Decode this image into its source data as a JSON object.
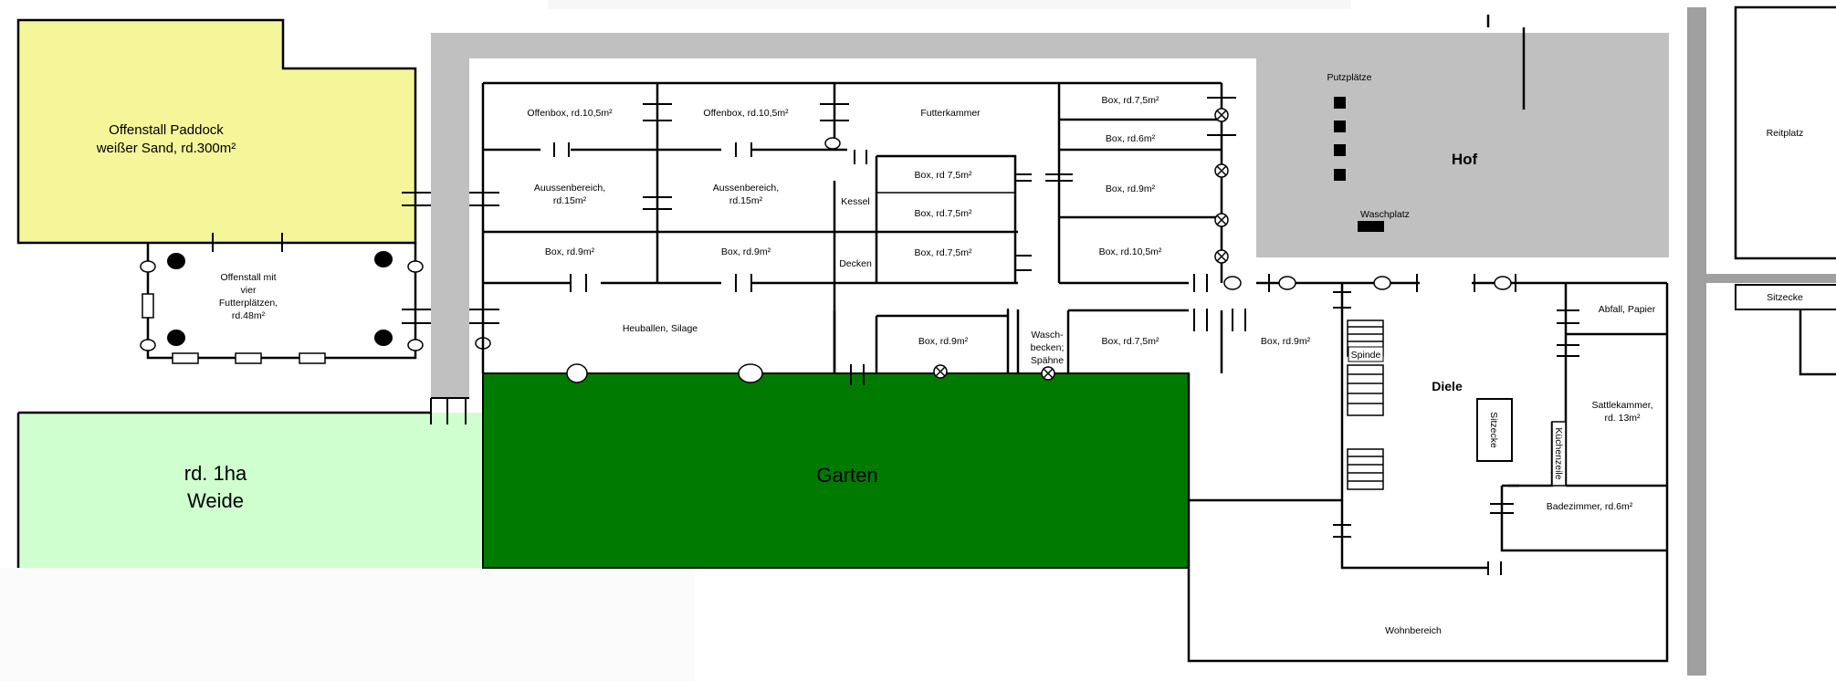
{
  "areas": {
    "paddock": "Offenstall Paddock",
    "paddock_sand": "weißer Sand, rd.300m²",
    "offenstall_l1": "Offenstall mit",
    "offenstall_l2": "vier",
    "offenstall_l3": "Futterplätzen,",
    "offenstall_l4": "rd.48m²",
    "weide_l1": "rd. 1ha",
    "weide_l2": "Weide",
    "garten": "Garten",
    "hof": "Hof",
    "putzplaetze": "Putzplätze",
    "waschplatz": "Waschplatz",
    "reitplatz": "Reitplatz",
    "sitzecke_out": "Sitzecke"
  },
  "stable": {
    "offenbox1": "Offenbox, rd.10,5m²",
    "offenbox2": "Offenbox, rd.10,5m²",
    "futterkammer": "Futterkammer",
    "box_75_top": "Box, rd.7,5m²",
    "box_6": "Box, rd.6m²",
    "aussen1_l1": "Auussenbereich,",
    "aussen1_l2": "rd.15m²",
    "aussen2_l1": "Aussenbereich,",
    "aussen2_l2": "rd.15m²",
    "kessel": "Kessel",
    "box_rd75_a": "Box, rd 7,5m²",
    "box_75_b": "Box, rd.7,5m²",
    "box_75_c": "Box, rd.7,5m²",
    "box_9_r1": "Box, rd.9m²",
    "box_9_l": "Box, rd.9m²",
    "box_9_m": "Box, rd.9m²",
    "decken": "Decken",
    "box_105": "Box, rd.10,5m²",
    "heuballen": "Heuballen, Silage",
    "box_9_lower": "Box, rd.9m²",
    "wasch_l1": "Wasch-",
    "wasch_l2": "becken;",
    "wasch_l3": "Spähne",
    "box_75_lower": "Box, rd.7,5m²",
    "box_9_right": "Box, rd.9m²"
  },
  "house": {
    "abfall": "Abfall, Papier",
    "spinde": "Spinde",
    "diele": "Diele",
    "sitzecke_in": "Sitzecke",
    "kuechenzeile": "Küchenzeile",
    "sattle_l1": "Sattlekammer,",
    "sattle_l2": "rd. 13m²",
    "bad": "Badezimmer, rd.6m²",
    "wohn": "Wohnbereich"
  },
  "colors": {
    "paddock": "#f5f59a",
    "weide": "#cfffcf",
    "garten": "#007a00",
    "path": "#c0c0c0",
    "border": "#000000"
  }
}
